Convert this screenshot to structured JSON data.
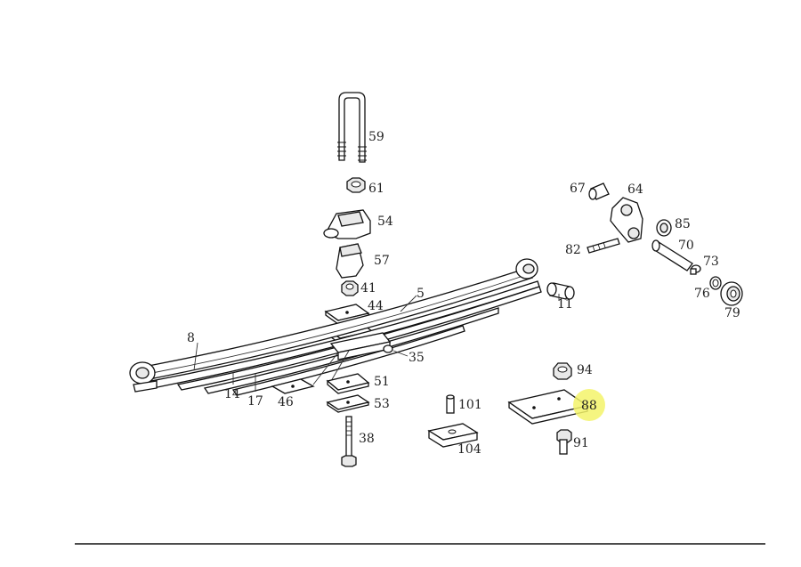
{
  "callouts": {
    "c59": "59",
    "c61": "61",
    "c54": "54",
    "c57": "57",
    "c41": "41",
    "c44": "44",
    "c5": "5",
    "c8": "8",
    "c35": "35",
    "c14": "14",
    "c17": "17",
    "c46": "46",
    "c51": "51",
    "c53": "53",
    "c38": "38",
    "c101": "101",
    "c104": "104",
    "c94": "94",
    "c88": "88",
    "c91": "91",
    "c11": "11",
    "c67": "67",
    "c64": "64",
    "c85": "85",
    "c82": "82",
    "c70": "70",
    "c73": "73",
    "c76": "76",
    "c79": "79"
  },
  "highlight": {
    "part": "88",
    "color": "#f3f36a"
  },
  "colors": {
    "line": "#111111",
    "background": "#ffffff"
  }
}
